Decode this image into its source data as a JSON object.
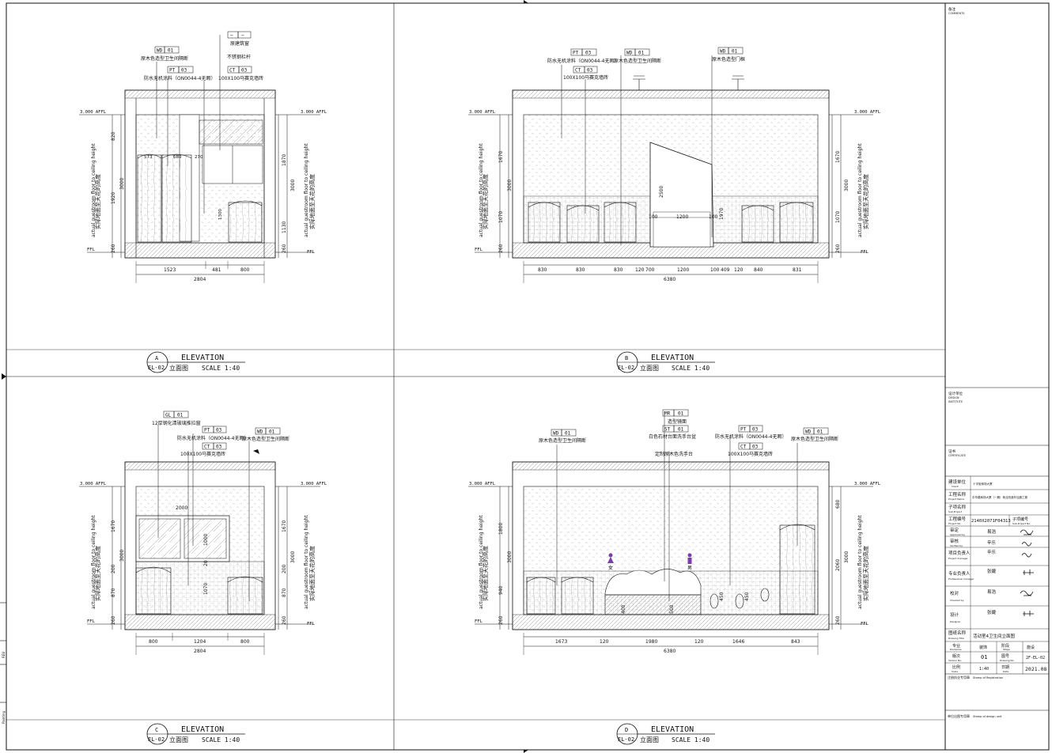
{
  "elevations": [
    {
      "id": "A",
      "sheet": "EL-02",
      "title": "ELEVATION",
      "subtitle": "立面图",
      "scale": "SCALE 1:40",
      "level_left": "3.000 AFFL",
      "level_right": "3.000 AFFL",
      "ffl": "FFL",
      "height_label_cn": "实际地面至天花的高度",
      "height_label_en": "actual guestroom floor to ceiling height",
      "v_dims_left": [
        "820",
        "1920",
        "260"
      ],
      "v_total_left": "3000",
      "v_dims_right": [
        "1870",
        "1130",
        "260"
      ],
      "v_total_right": "3000",
      "h_dims": [
        "1523",
        "481",
        "800"
      ],
      "h_total": "2804",
      "inner_dims": [
        "573",
        "680",
        "270",
        "1300"
      ],
      "callouts": [
        {
          "code": "WD",
          "num": "01",
          "desc": "原木色造型卫生间隔断"
        },
        {
          "code": "PT",
          "num": "03",
          "desc": "防水无机涂料（ON0044-4无暇）"
        },
        {
          "code": "—",
          "num": "—",
          "desc": "原建筑窗"
        },
        {
          "code": "",
          "num": "",
          "desc": "不锈钢栏杆"
        },
        {
          "code": "CT",
          "num": "03",
          "desc": "100X100马赛克墙砖"
        }
      ]
    },
    {
      "id": "B",
      "sheet": "EL-02",
      "title": "ELEVATION",
      "subtitle": "立面图",
      "scale": "SCALE 1:40",
      "level_left": "3.000 AFFL",
      "level_right": "3.000 AFFL",
      "ffl": "FFL",
      "height_label_cn": "实际地面至天花的高度",
      "height_label_en": "actual guestroom floor to ceiling height",
      "v_dims_left": [
        "1670",
        "1070",
        "260"
      ],
      "v_total_left": "3000",
      "v_dims_right": [
        "1670",
        "1070",
        "260"
      ],
      "v_total_right": "3000",
      "h_dims": [
        "830",
        "830",
        "830",
        "120",
        "700",
        "1200",
        "100",
        "409",
        "120",
        "840",
        "831"
      ],
      "h_total": "6380",
      "inner_dims": [
        "2500",
        "100",
        "1200",
        "100",
        "1970"
      ],
      "callouts": [
        {
          "code": "PT",
          "num": "03",
          "desc": "防水无机涂料（ON0044-4无暇）"
        },
        {
          "code": "WD",
          "num": "01",
          "desc": "原木色造型卫生间隔断"
        },
        {
          "code": "CT",
          "num": "03",
          "desc": "100X100马赛克墙砖"
        },
        {
          "code": "WD",
          "num": "01",
          "desc": "原木色造型门框"
        }
      ]
    },
    {
      "id": "C",
      "sheet": "EL-02",
      "title": "ELEVATION",
      "subtitle": "立面图",
      "scale": "SCALE 1:40",
      "level_left": "3.000 AFFL",
      "level_right": "3.000 AFFL",
      "ffl": "FFL",
      "height_label_cn": "实际地面至天花的高度",
      "height_label_en": "actual guestroom floor to ceiling height",
      "v_dims_left": [
        "1670",
        "200",
        "870",
        "260"
      ],
      "v_total_left": "3000",
      "v_dims_right": [
        "1670",
        "200",
        "870",
        "260"
      ],
      "v_total_right": "3000",
      "h_dims": [
        "800",
        "1204",
        "800"
      ],
      "h_total": "2804",
      "inner_dims": [
        "2000",
        "1000",
        "20",
        "1070"
      ],
      "callouts": [
        {
          "code": "GL",
          "num": "01",
          "desc": "12厚钢化清玻璃推拉窗"
        },
        {
          "code": "PT",
          "num": "03",
          "desc": "防水无机涂料（ON0044-4无暇）"
        },
        {
          "code": "WD",
          "num": "01",
          "desc": "原木色造型卫生间隔断"
        },
        {
          "code": "CT",
          "num": "03",
          "desc": "100X100马赛克墙砖"
        }
      ]
    },
    {
      "id": "D",
      "sheet": "EL-02",
      "title": "ELEVATION",
      "subtitle": "立面图",
      "scale": "SCALE 1:40",
      "level_left": "3.000 AFFL",
      "level_right": "3.000 AFFL",
      "ffl": "FFL",
      "height_label_cn": "实际地面至天花的高度",
      "height_label_en": "actual guestroom floor to ceiling height",
      "v_dims_left": [
        "1800",
        "940",
        "260"
      ],
      "v_total_left": "3000",
      "v_dims_right": [
        "680",
        "2060",
        "260"
      ],
      "v_total_right": "3000",
      "h_dims": [
        "1673",
        "120",
        "1980",
        "120",
        "1646",
        "843"
      ],
      "h_total": "6380",
      "inner_dims": [
        "400",
        "500",
        "450",
        "450"
      ],
      "callouts": [
        {
          "code": "WD",
          "num": "01",
          "desc": "原木色造型卫生间隔断"
        },
        {
          "code": "MR",
          "num": "01",
          "desc": "造型镜面"
        },
        {
          "code": "ST",
          "num": "01",
          "desc": "白色石材台面洗手台盆"
        },
        {
          "code": "",
          "num": "",
          "desc": "定制原木色洗手台"
        },
        {
          "code": "PT",
          "num": "03",
          "desc": "防水无机涂料（ON0044-4无暇）"
        },
        {
          "code": "CT",
          "num": "03",
          "desc": "100X100马赛克墙砖"
        },
        {
          "code": "WD",
          "num": "01",
          "desc": "原木色造型卫生间隔断"
        }
      ],
      "signs": [
        "女",
        "男"
      ]
    }
  ],
  "title_block": {
    "comments_label": "备注",
    "comments_en": "COMMENTS",
    "design_label": "设计单位",
    "design_en": "DESIGN",
    "design_en2": "INSTITUTE",
    "cert_label": "证书",
    "cert_en": "CERTIFICATE",
    "rows": [
      {
        "label": "建设单位",
        "en": "Client",
        "value": "十字街商场大厦"
      },
      {
        "label": "工程名称",
        "en": "Project Name",
        "value": "中华路商场大厦（一期）商业改造外加施工程"
      },
      {
        "label": "子项名称",
        "en": "Sub-Project",
        "value": ""
      },
      {
        "label": "工程编号",
        "en": "Project No.",
        "value": "2140X2071F04313"
      },
      {
        "label": "审定",
        "en": "Approved by",
        "value": "易浩"
      },
      {
        "label": "审核",
        "en": "Verified by",
        "value": "辛乐"
      },
      {
        "label": "项目负责人",
        "en": "Project manager",
        "value": "辛乐"
      },
      {
        "label": "专业负责人",
        "en": "Professional manager",
        "value": "张婕"
      },
      {
        "label": "校对",
        "en": "Checked by",
        "value": "易浩"
      },
      {
        "label": "设计",
        "en": "Designer",
        "value": "张婕"
      },
      {
        "label": "图纸名称",
        "en": "Drawing Title",
        "value": "活动室4卫生间立面图"
      }
    ],
    "subproj_no_label": "子项编号",
    "subproj_no_en": "Sub-Project No.",
    "discipline_label": "专业",
    "discipline_en": "Discipline",
    "discipline": "装饰",
    "stage_label": "阶段",
    "stage_en": "Stage",
    "stage": "施设",
    "version_label": "版次",
    "version_en": "Version No.",
    "version": "01",
    "drawing_no_label": "图号",
    "drawing_no_en": "Drawing No.",
    "drawing_no": "2F-EL-02",
    "scale_label": "比例",
    "scale_en": "Scale",
    "scale": "1:40",
    "date_label": "日期",
    "date_en": "Date",
    "date": "2021.08",
    "reg_label": "注册执业专用章",
    "reg_en": "Stamp of Registration",
    "stamp_label": "单位出图专用章",
    "stamp_en": "Stamp of design unit"
  },
  "side_labels": [
    "Painting",
    "REV."
  ]
}
